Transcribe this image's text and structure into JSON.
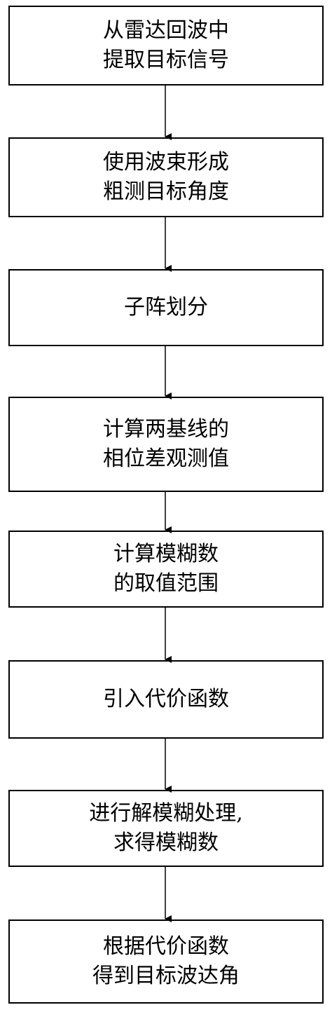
{
  "steps": [
    {
      "lines": [
        "从雷达回波中",
        "提取目标信号"
      ]
    },
    {
      "lines": [
        "使用波束形成",
        "粗测目标角度"
      ]
    },
    {
      "lines": [
        "子阵划分"
      ]
    },
    {
      "lines": [
        "计算两基线的",
        "相位差观测值"
      ]
    },
    {
      "lines": [
        "计算模糊数",
        "的取值范围"
      ]
    },
    {
      "lines": [
        "引入代价函数"
      ]
    },
    {
      "lines": [
        "进行解模糊处理,",
        "求得模糊数"
      ]
    },
    {
      "lines": [
        "根据代价函数",
        "得到目标波达角"
      ]
    }
  ],
  "colors": {
    "stroke": "#000000",
    "background": "#ffffff"
  }
}
